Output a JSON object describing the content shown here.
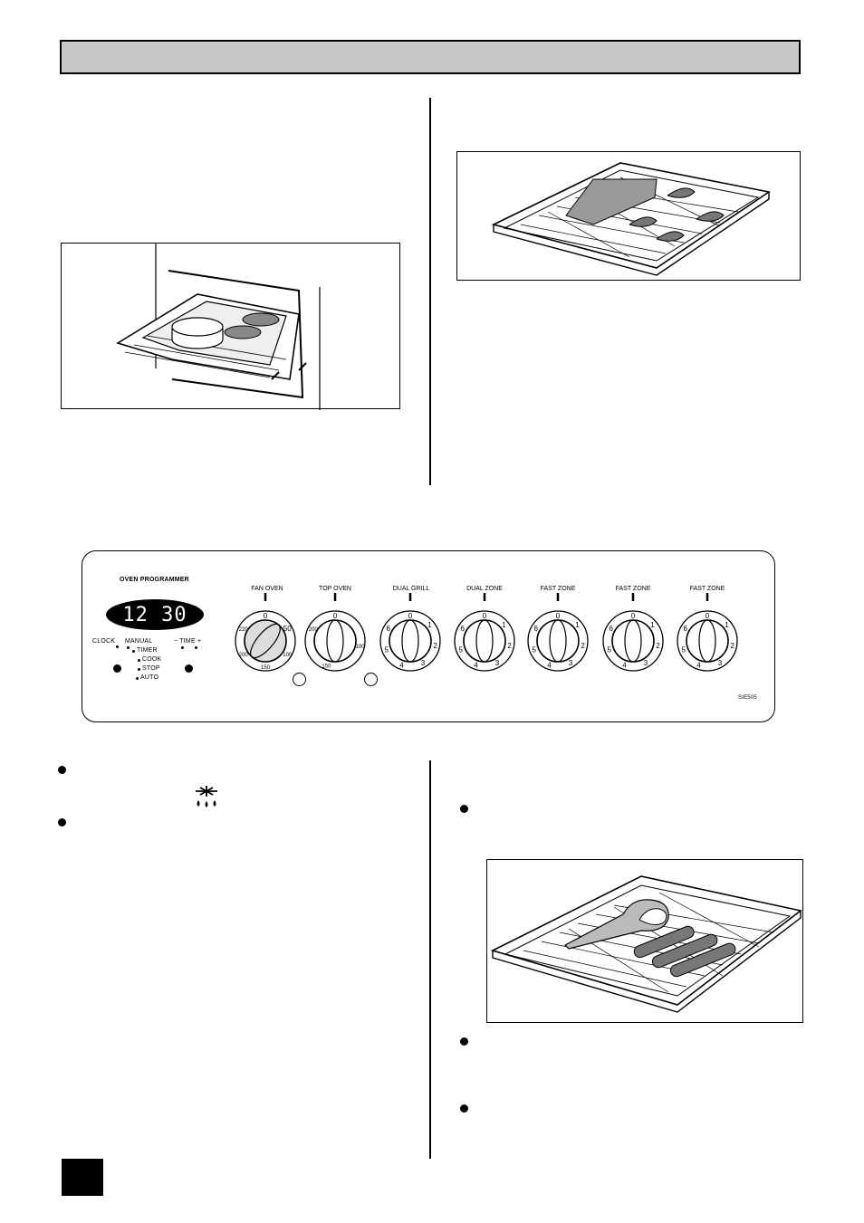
{
  "panel": {
    "programmer_label": "OVEN PROGRAMMER",
    "display_time": "12 30",
    "clock_label": "CLOCK",
    "manual_label": "MANUAL",
    "timer_label": "TIMER",
    "cook_label": "COOK",
    "stop_label": "STOP",
    "auto_label": "AUTO",
    "time_label": "− TIME +",
    "model_code": "SIE505",
    "knobs": [
      {
        "label": "FAN OVEN",
        "numbers": [
          "0",
          "50",
          "100",
          "150",
          "200",
          "220"
        ]
      },
      {
        "label": "TOP OVEN",
        "numbers": [
          "0",
          "100",
          "150",
          "200"
        ]
      },
      {
        "label": "DUAL GRILL",
        "numbers": [
          "0",
          "1",
          "2",
          "3",
          "4",
          "5",
          "6"
        ]
      },
      {
        "label": "DUAL  ZONE",
        "numbers": [
          "0",
          "1",
          "2",
          "3",
          "4",
          "5",
          "6"
        ]
      },
      {
        "label": "FAST ZONE",
        "numbers": [
          "0",
          "1",
          "2",
          "3",
          "4",
          "5",
          "6"
        ]
      },
      {
        "label": "FAST ZONE",
        "numbers": [
          "0",
          "1",
          "2",
          "3",
          "4",
          "5",
          "6"
        ]
      },
      {
        "label": "FAST ZONE",
        "numbers": [
          "0",
          "1",
          "2",
          "3",
          "4",
          "5",
          "6"
        ]
      }
    ]
  },
  "icons": {
    "defrost": "defrost-icon"
  }
}
